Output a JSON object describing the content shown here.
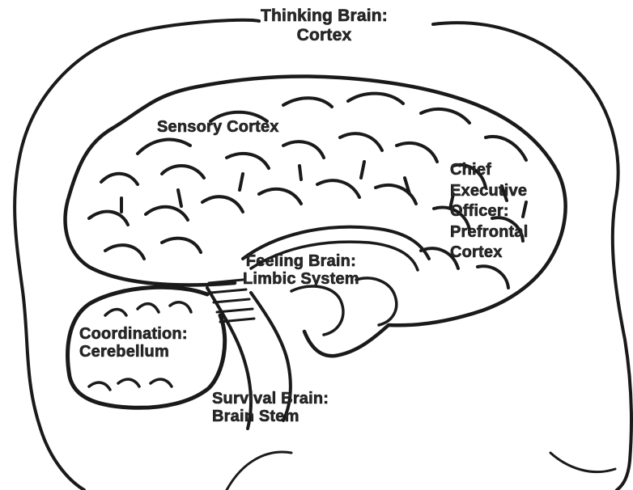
{
  "labels": {
    "thinking": [
      "Thinking Brain:",
      "Cortex"
    ],
    "sensory": [
      "Sensory Cortex"
    ],
    "ceo": [
      "Chief",
      "Executive",
      "Officer:",
      "Prefrontal",
      "Cortex"
    ],
    "feeling": [
      "Feeling Brain:",
      "Limbic System"
    ],
    "coordination": [
      "Coordination:",
      "Cerebellum"
    ],
    "survival": [
      "Survival Brain:",
      "Brain Stem"
    ]
  },
  "colors": {
    "ink": "#1a1a1a",
    "text": "#2a2a2a",
    "background": "#ffffff"
  }
}
